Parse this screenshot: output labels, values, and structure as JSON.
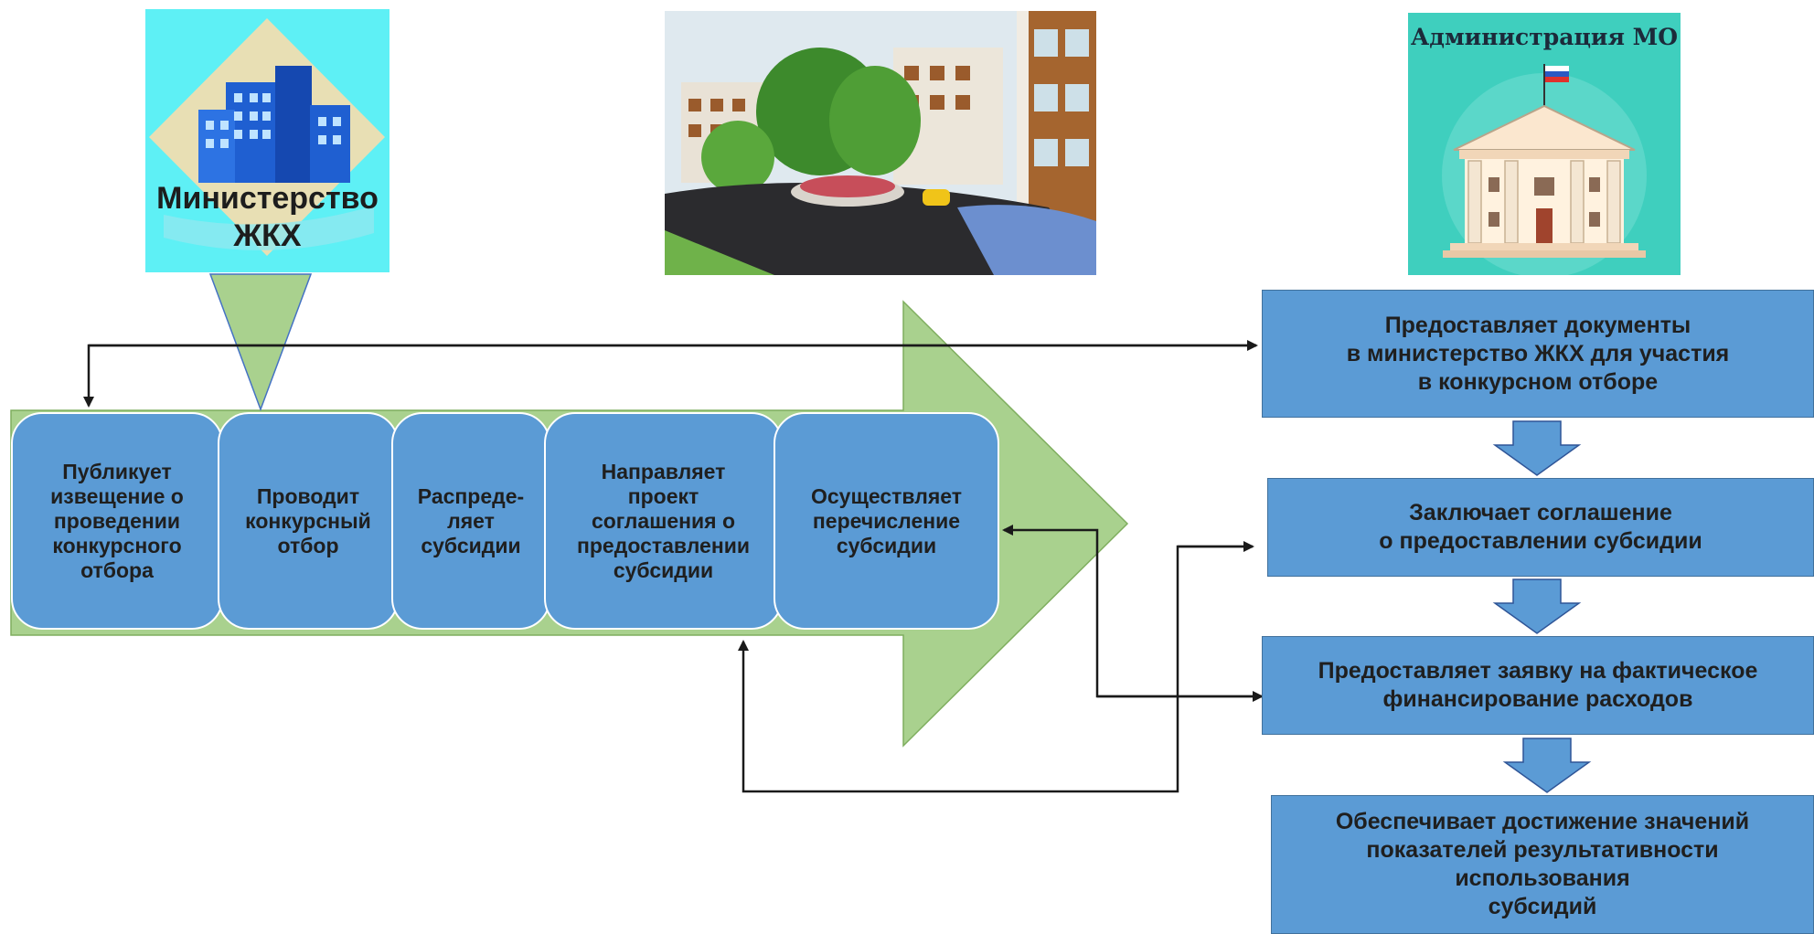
{
  "ministry_logo": {
    "line1": "Министерство",
    "line2": "ЖКХ"
  },
  "admin_logo": {
    "title": "Администрация МО"
  },
  "steps": [
    {
      "label": "Публикует\nизвещение о\nпроведении\nконкурсного\nотбора"
    },
    {
      "label": "Проводит\nконкурсный\nотбор"
    },
    {
      "label": "Распреде-\nляет\nсубсидии"
    },
    {
      "label": "Направляет\nпроект\nсоглашения о\nпредоставлении\nсубсидии"
    },
    {
      "label": "Осуществляет\nперечисление\nсубсидии"
    }
  ],
  "admin_steps": [
    {
      "label": "Предоставляет документы\nв министерство ЖКХ для участия\nв конкурсном отборе"
    },
    {
      "label": "Заключает соглашение\nо предоставлении субсидии"
    },
    {
      "label": "Предоставляет заявку на фактическое\nфинансирование расходов"
    },
    {
      "label": "Обеспечивает достижение значений\nпоказателей результативности\nиспользования\nсубсидий"
    }
  ],
  "colors": {
    "step_fill": "#5b9bd5",
    "flow_green": "#a9d18e",
    "ministry_bg": "#5ef0f5",
    "admin_bg": "#3fcfbe",
    "connector": "#1a1a1a"
  }
}
